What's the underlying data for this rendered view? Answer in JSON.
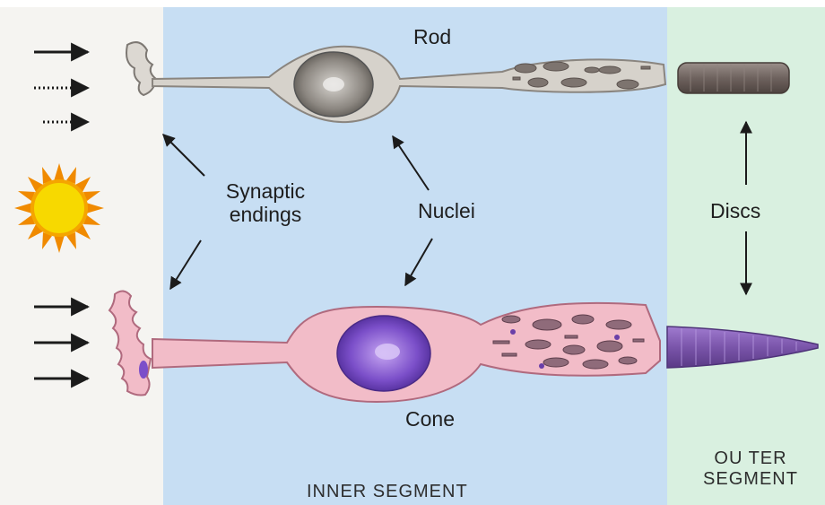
{
  "labels": {
    "rod": "Rod",
    "cone": "Cone",
    "synaptic_line1": "Synaptic",
    "synaptic_line2": "endings",
    "nuclei": "Nuclei",
    "discs": "Discs"
  },
  "zones": {
    "inner": "INNER SEGMENT",
    "outer_line1": "OU TER",
    "outer_line2": "SEGMENT"
  },
  "icons": [
    "sun-icon",
    "light-arrow-icon"
  ],
  "colors": {
    "left_zone": "#f5f4f1",
    "inner_zone": "#c7def3",
    "outer_zone": "#d9f0e0",
    "rod_cell": "#d6d2cb",
    "cone_cell": "#f2bcc8",
    "nucleus": "#7b4fc9",
    "sun": "#f5a500"
  }
}
